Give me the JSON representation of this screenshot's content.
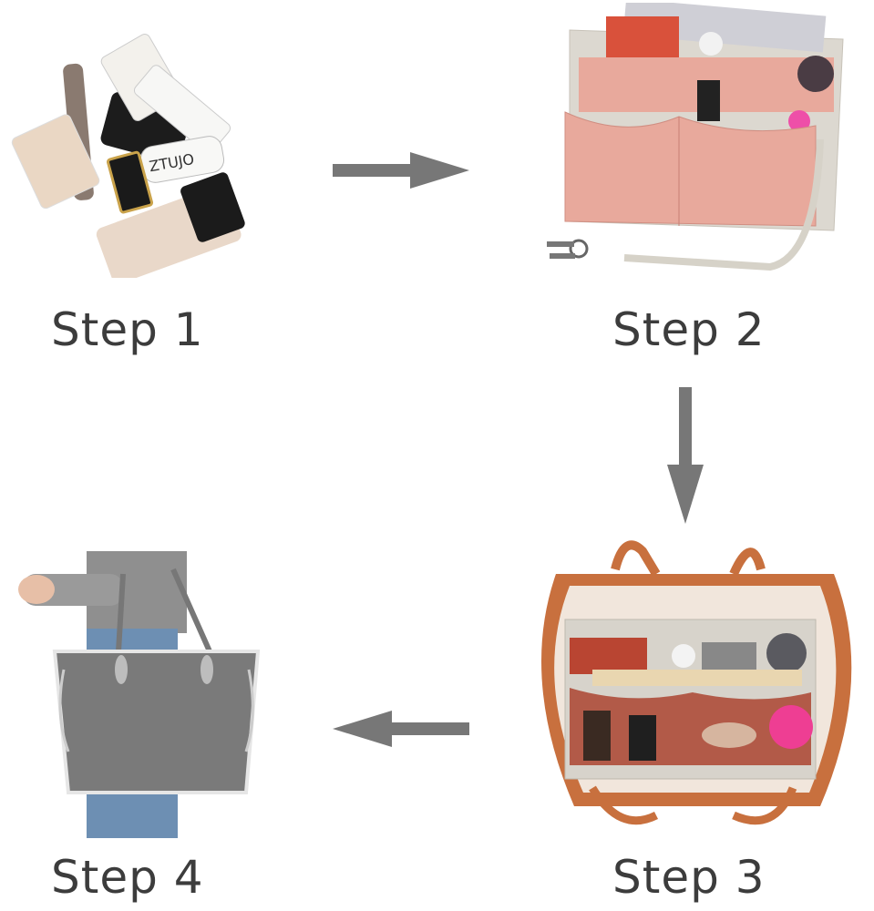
{
  "steps": [
    {
      "label": "Step 1",
      "brand_text": "ZTUJO"
    },
    {
      "label": "Step 2"
    },
    {
      "label": "Step 3"
    },
    {
      "label": "Step 4"
    }
  ],
  "colors": {
    "arrow": "#777777",
    "text": "#3c3c3c",
    "felt_pink": "#e8a99c",
    "felt_grey": "#dcd8d0",
    "tote_grey": "#7a7a7a",
    "leather": "#c8703e"
  }
}
